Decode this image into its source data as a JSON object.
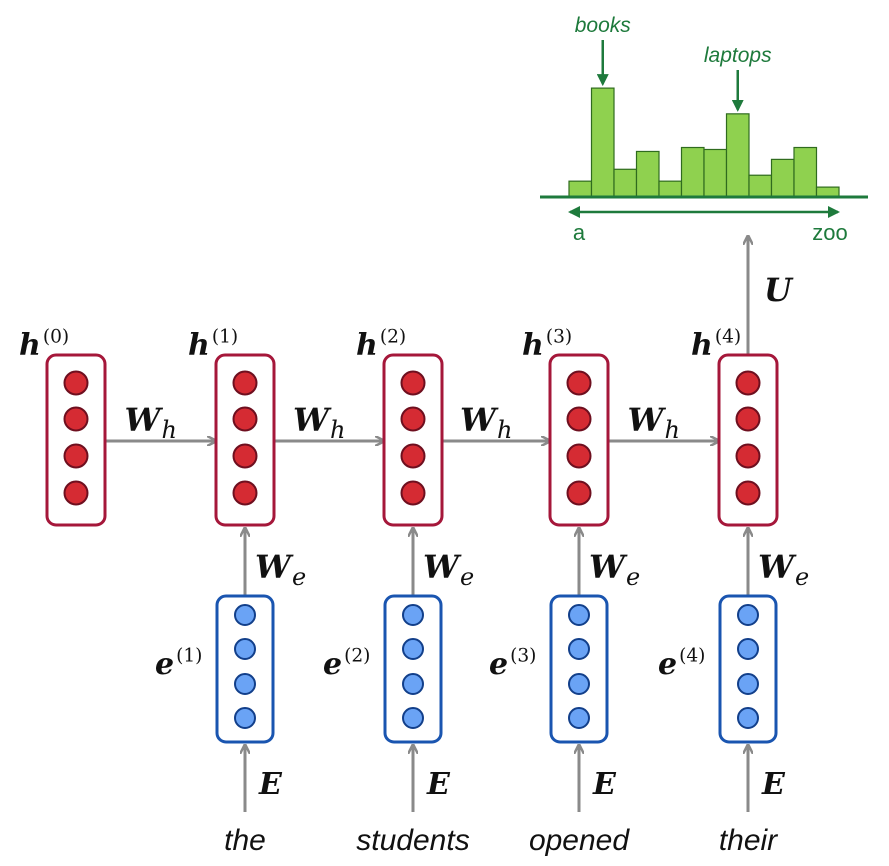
{
  "hidden_states": [
    {
      "base": "h",
      "sup": "(0)"
    },
    {
      "base": "h",
      "sup": "(1)"
    },
    {
      "base": "h",
      "sup": "(2)"
    },
    {
      "base": "h",
      "sup": "(3)"
    },
    {
      "base": "h",
      "sup": "(4)"
    }
  ],
  "embeddings": [
    {
      "base": "e",
      "sup": "(1)"
    },
    {
      "base": "e",
      "sup": "(2)"
    },
    {
      "base": "e",
      "sup": "(3)"
    },
    {
      "base": "e",
      "sup": "(4)"
    }
  ],
  "words": [
    "the",
    "students",
    "opened",
    "their"
  ],
  "weights": {
    "recurrent": {
      "base": "W",
      "sub": "h"
    },
    "input": {
      "base": "W",
      "sub": "e"
    },
    "embedding": "E",
    "output": "U"
  },
  "distribution": {
    "values": [
      0.08,
      0.55,
      0.14,
      0.23,
      0.08,
      0.25,
      0.24,
      0.42,
      0.11,
      0.19,
      0.25,
      0.05
    ],
    "peak_labels": [
      {
        "text": "books",
        "bar_index": 1
      },
      {
        "text": "laptops",
        "bar_index": 7
      }
    ],
    "axis_start": "a",
    "axis_end": "zoo"
  },
  "colors": {
    "hidden_border": "#a5173a",
    "hidden_dot": "#d52b33",
    "embed_border": "#1a55b0",
    "embed_dot": "#6aa3f5",
    "arrow": "#8a8a8a",
    "bar_fill": "#8fd14f",
    "bar_stroke": "#2f6b1e",
    "annotation": "#1e7a3c"
  }
}
